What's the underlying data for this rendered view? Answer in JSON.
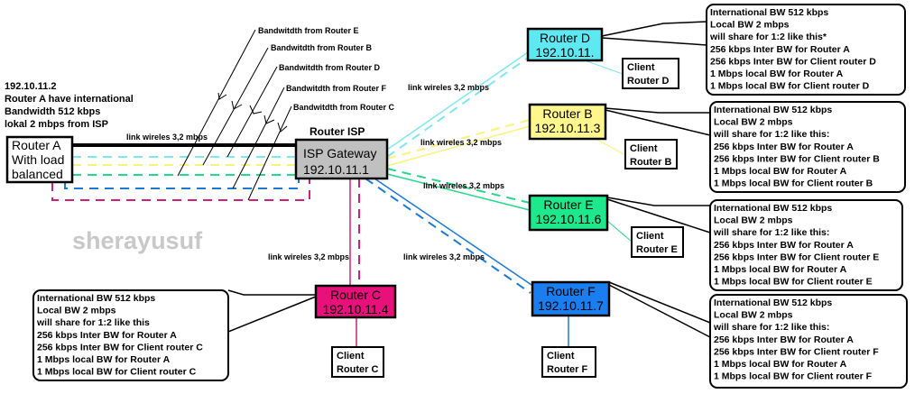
{
  "router_a_note": [
    "192.10.11.2",
    "Router A have international",
    "Bandwidth 512 kbps",
    "lokal 2 mbps from ISP"
  ],
  "router_a": {
    "lines": [
      "Router A",
      "With load",
      "balanced"
    ]
  },
  "isp": {
    "caption": "Router ISP",
    "name": "ISP Gateway",
    "ip": "192.10.11.1"
  },
  "link_label": "link wireles 3,2 mbps",
  "bandwidth_labels": {
    "e": "Bandwitdth from Router E",
    "b": "Bandwitdth from Router B",
    "d": "Bandwitdth from Router D",
    "f": "Bandwitdth from Router F",
    "c": "Bandwitdth from Router C"
  },
  "watermark": "sherayusuf",
  "colors": {
    "d": "#5ee9f2",
    "b": "#fff68c",
    "e": "#1ee88c",
    "f": "#1a7ef0",
    "c": "#e8107a",
    "isp": "#c0c0c0"
  },
  "routers": {
    "d": {
      "name": "Router D",
      "ip": "192.10.11.",
      "client": [
        "Client",
        "Router D"
      ]
    },
    "b": {
      "name": "Router B",
      "ip": "192.10.11.3",
      "client": [
        "Client",
        "Router B"
      ]
    },
    "e": {
      "name": "Router E",
      "ip": "192.10.11.6",
      "client": [
        "Client",
        "Router E"
      ]
    },
    "f": {
      "name": "Router F",
      "ip": "192.10.11.7",
      "client": [
        "Client",
        "Router F"
      ]
    },
    "c": {
      "name": "Router C",
      "ip": "192.10.11.4",
      "client": [
        "Client",
        "Router C"
      ]
    }
  },
  "info": {
    "d": [
      "International  BW 512 kbps",
      "Local BW 2 mbps",
      "will share for 1:2 like this*",
      "256 kbps Inter BW for Router A",
      "256 kbps Inter BW for Client router D",
      "1 Mbps local BW for Router A",
      "1 Mbps local BW for Client router D"
    ],
    "b": [
      "International  BW 512 kbps",
      "Local BW 2 mbps",
      "will share for 1:2 like this:",
      "256 kbps Inter BW for Router A",
      "256 kbps Inter BW for Client router B",
      "1 Mbps local BW for Router A",
      "1 Mbps local BW for Client router B"
    ],
    "e": [
      "International  BW 512 kbps",
      "Local BW 2 mbps",
      "will share for 1:2 like this:",
      "256 kbps Inter BW for Router A",
      "256 kbps Inter BW for Client router E",
      "1 Mbps local BW for Router A",
      "1 Mbps local BW for Client router E"
    ],
    "f": [
      "International  BW 512 kbps",
      "Local BW 2 mbps",
      "will share for 1:2 like this:",
      "256 kbps Inter BW for Router A",
      "256 kbps Inter BW for Client router F",
      "1 Mbps local BW for Router A",
      "1 Mbps local BW for Client router F"
    ],
    "c": [
      "International  BW 512 kbps",
      "Local BW 2 mbps",
      "will share for 1:2 like this",
      "256 kbps Inter BW for Router A",
      "256 kbps Inter BW for Client router C",
      "1 Mbps local BW for Router A",
      "1 Mbps local BW for Client router C"
    ]
  }
}
